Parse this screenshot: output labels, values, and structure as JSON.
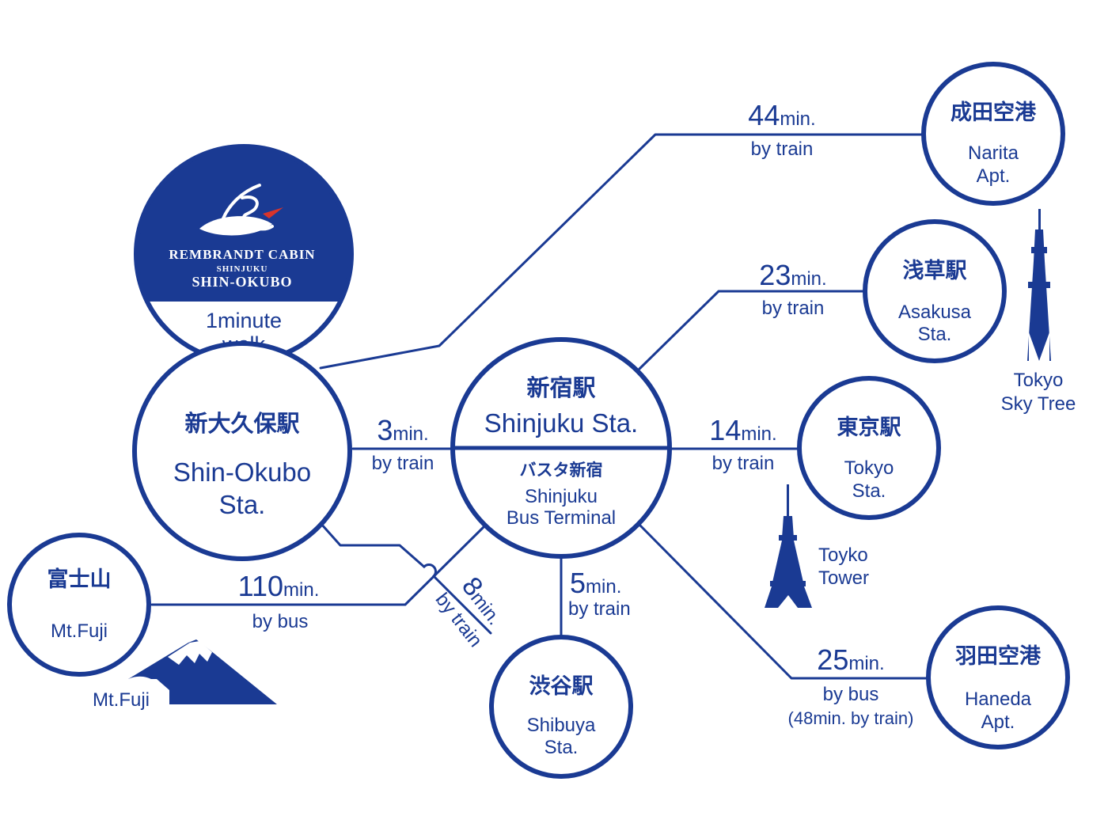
{
  "colors": {
    "navy": "#1a3a93",
    "white": "#ffffff",
    "accent": "#d8342b"
  },
  "hotel": {
    "name": "Rembrandt Cabin",
    "district": "Shinjuku",
    "branch": "Shin-Okubo",
    "walk_line1": "1minute",
    "walk_line2": "walk",
    "logo": "rc-script-logo"
  },
  "stations": {
    "shinokubo": {
      "jp": "新大久保駅",
      "en1": "Shin-Okubo",
      "en2": "Sta."
    },
    "shinjuku": {
      "jp": "新宿駅",
      "en": "Shinjuku Sta.",
      "bus_jp": "バスタ新宿",
      "bus_en1": "Shinjuku",
      "bus_en2": "Bus Terminal"
    },
    "narita": {
      "jp": "成田空港",
      "en1": "Narita",
      "en2": "Apt."
    },
    "asakusa": {
      "jp": "浅草駅",
      "en1": "Asakusa",
      "en2": "Sta."
    },
    "tokyo": {
      "jp": "東京駅",
      "en1": "Tokyo",
      "en2": "Sta."
    },
    "haneda": {
      "jp": "羽田空港",
      "en1": "Haneda",
      "en2": "Apt."
    },
    "shibuya": {
      "jp": "渋谷駅",
      "en1": "Shibuya",
      "en2": "Sta."
    },
    "fuji": {
      "jp": "富士山",
      "en": "Mt.Fuji"
    }
  },
  "routes": {
    "narita": {
      "num": "44",
      "unit": "min.",
      "mode": "by train"
    },
    "asakusa": {
      "num": "23",
      "unit": "min.",
      "mode": "by train"
    },
    "shinjuku": {
      "num": "3",
      "unit": "min.",
      "mode": "by train"
    },
    "tokyo": {
      "num": "14",
      "unit": "min.",
      "mode": "by train"
    },
    "fuji": {
      "num": "110",
      "unit": "min.",
      "mode": "by bus"
    },
    "shibuya_diag": {
      "num": "8",
      "unit": "min.",
      "mode": "by train"
    },
    "shibuya": {
      "num": "5",
      "unit": "min.",
      "mode": "by train"
    },
    "haneda": {
      "num": "25",
      "unit": "min.",
      "mode": "by bus",
      "note": "(48min. by train)"
    }
  },
  "landmarks": {
    "skytree": {
      "line1": "Tokyo",
      "line2": "Sky Tree",
      "icon": "skytree-icon"
    },
    "tower": {
      "line1": "Toyko",
      "line2": "Tower",
      "icon": "tokyo-tower-icon"
    },
    "fuji": {
      "label": "Mt.Fuji",
      "icon": "mt-fuji-icon"
    }
  }
}
